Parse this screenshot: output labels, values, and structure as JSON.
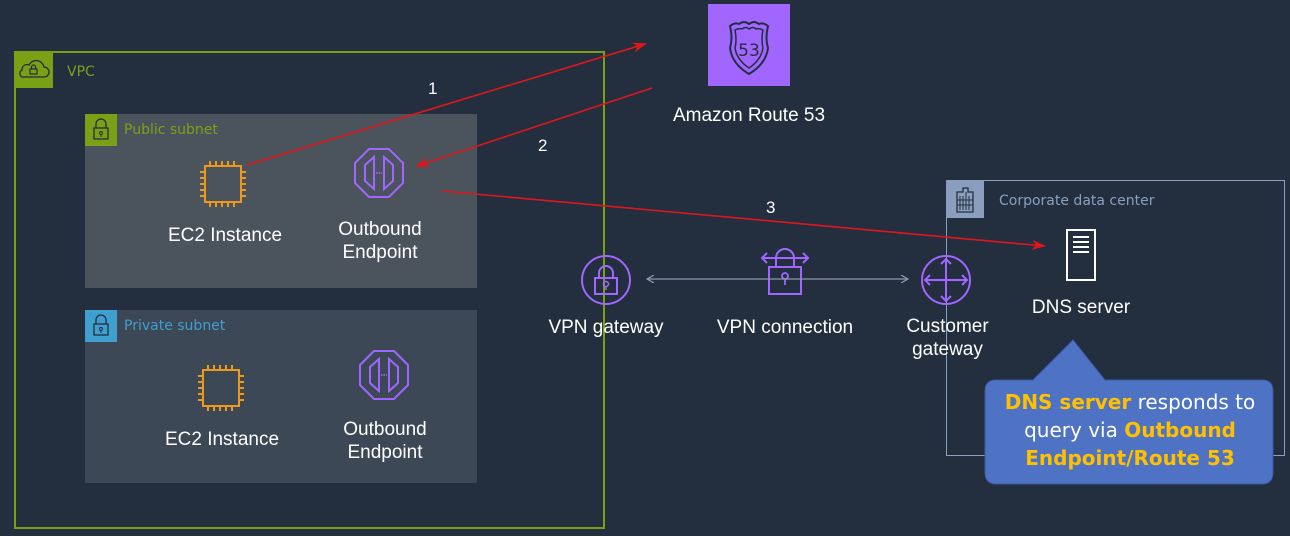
{
  "diagram": {
    "groups": {
      "vpc": {
        "label": "VPC",
        "icon": "cloud-lock-icon",
        "color": "#7aa116"
      },
      "public_subnet": {
        "label": "Public subnet",
        "icon": "lock-icon",
        "color": "#7aa116"
      },
      "private_subnet": {
        "label": "Private subnet",
        "icon": "lock-icon",
        "color": "#3f9fcf"
      },
      "corporate_dc": {
        "label": "Corporate data center",
        "icon": "building-icon",
        "color": "#8a9fbf"
      }
    },
    "nodes": {
      "route53": {
        "label": "Amazon Route 53",
        "icon": "route53-shield-icon",
        "badge": "53"
      },
      "pub_ec2": {
        "label": "EC2 Instance",
        "icon": "ec2-chip-icon"
      },
      "pub_endpoint": {
        "line1": "Outbound",
        "line2": "Endpoint",
        "icon": "outbound-endpoint-icon"
      },
      "priv_ec2": {
        "label": "EC2 Instance",
        "icon": "ec2-chip-icon"
      },
      "priv_endpoint": {
        "line1": "Outbound",
        "line2": "Endpoint",
        "icon": "outbound-endpoint-icon"
      },
      "vpn_gateway": {
        "label": "VPN gateway",
        "icon": "vpn-gateway-icon"
      },
      "vpn_connection": {
        "label": "VPN connection",
        "icon": "vpn-connection-icon"
      },
      "customer_gateway": {
        "line1": "Customer",
        "line2": "gateway",
        "icon": "customer-gateway-icon"
      },
      "dns_server": {
        "label": "DNS server",
        "icon": "server-icon"
      }
    },
    "steps": [
      "1",
      "2",
      "3"
    ],
    "colors": {
      "background": "#232f3e",
      "arrow": "#e0161a",
      "service": "#a166ff",
      "compute": "#ed9a1c",
      "callout": "#4f73c4",
      "highlight": "#ffc000"
    },
    "callout": {
      "part1": "DNS server",
      "part2": " responds to query via ",
      "part3": "Outbound Endpoint/Route 53"
    }
  }
}
